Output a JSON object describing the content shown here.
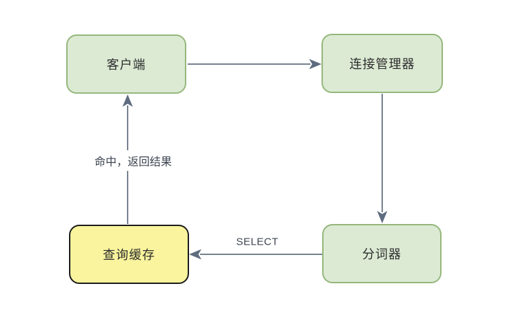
{
  "diagram": {
    "background": "#ffffff",
    "arrow_color": "#76818f",
    "nodes": [
      {
        "id": "client",
        "label": "客户端",
        "fill": "#dcead4",
        "border": "#94b77b",
        "text_color": "#2d2d2d"
      },
      {
        "id": "connection-manager",
        "label": "连接管理器",
        "fill": "#dcead4",
        "border": "#94b77b",
        "text_color": "#2d2d2d"
      },
      {
        "id": "query-cache",
        "label": "查询缓存",
        "fill": "#f9f49d",
        "border": "#1b1b1b",
        "text_color": "#2d2d2d"
      },
      {
        "id": "tokenizer",
        "label": "分词器",
        "fill": "#dcead4",
        "border": "#94b77b",
        "text_color": "#2d2d2d"
      }
    ],
    "edges": [
      {
        "from": "client",
        "to": "connection-manager",
        "label": ""
      },
      {
        "from": "connection-manager",
        "to": "tokenizer",
        "label": ""
      },
      {
        "from": "tokenizer",
        "to": "query-cache",
        "label": "SELECT"
      },
      {
        "from": "query-cache",
        "to": "client",
        "label": "命中，返回结果"
      }
    ]
  }
}
